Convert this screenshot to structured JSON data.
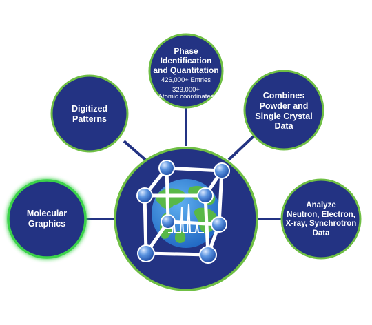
{
  "center": {
    "icon": "globe-crystal-lattice-icon"
  },
  "nodes": {
    "phase": {
      "title": [
        "Phase",
        "Identification",
        "and Quantitation"
      ],
      "stats": [
        "426,000+ Entries",
        "323,000+",
        "Atomic coordinates"
      ]
    },
    "digitized": {
      "title": [
        "Digitized",
        "Patterns"
      ]
    },
    "combines": {
      "title": [
        "Combines",
        "Powder and",
        "Single Crystal",
        "Data"
      ]
    },
    "molecular": {
      "title": [
        "Molecular",
        "Graphics"
      ]
    },
    "analyze": {
      "title": [
        "Analyze",
        "Neutron, Electron,",
        "X-ray, Synchrotron",
        "Data"
      ]
    }
  },
  "colors": {
    "navy": "#233383",
    "ring_green": "#6fbf44",
    "glow_green": "#3bd24a",
    "connector": "#233383",
    "globe_blue": "#2f7fd6",
    "land_green": "#58b848",
    "lattice_white": "#ffffff",
    "atom_blue": "#3f7ed6"
  }
}
